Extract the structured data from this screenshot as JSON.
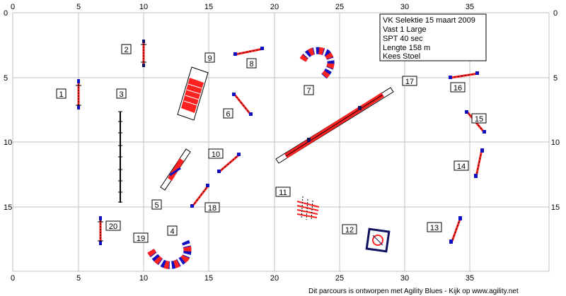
{
  "axis": {
    "x_ticks": [
      "0",
      "5",
      "10",
      "15",
      "20",
      "25",
      "30",
      "35"
    ],
    "y_ticks": [
      "0",
      "5",
      "10",
      "15"
    ]
  },
  "info_box": [
    "VK Selektie 15 maart 2009",
    "Vast 1 Large",
    "SPT 40 sec",
    "Lengte 158 m",
    "Kees Stoel"
  ],
  "footer": "Dit parcours is ontworpen met Agility Blues - Kijk op www.agility.net",
  "numbers": [
    "1",
    "2",
    "3",
    "4",
    "5",
    "6",
    "7",
    "8",
    "9",
    "10",
    "11",
    "12",
    "13",
    "14",
    "15",
    "16",
    "17",
    "18",
    "19",
    "20"
  ],
  "colors": {
    "grid": "#c0c0c0",
    "red": "#ff2020",
    "blue": "#1010c0",
    "navy": "#101060",
    "black": "#000000"
  }
}
